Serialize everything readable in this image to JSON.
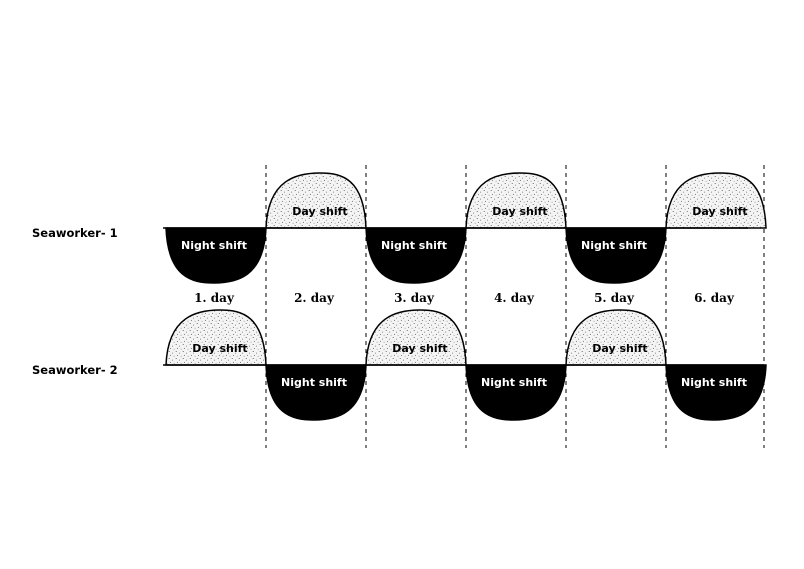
{
  "colors": {
    "ink": "#000000",
    "paper": "#ffffff",
    "day_fill": "#f2f2f2",
    "night_fill": "#000000"
  },
  "workers": [
    {
      "label": "Seaworker- 1",
      "shifts": [
        {
          "type": "night",
          "label": "Night shift"
        },
        {
          "type": "day",
          "label": "Day shift"
        },
        {
          "type": "night",
          "label": "Night shift"
        },
        {
          "type": "day",
          "label": "Day shift"
        },
        {
          "type": "night",
          "label": "Night shift"
        },
        {
          "type": "day",
          "label": "Day shift"
        }
      ]
    },
    {
      "label": "Seaworker- 2",
      "shifts": [
        {
          "type": "day",
          "label": "Day shift"
        },
        {
          "type": "night",
          "label": "Night shift"
        },
        {
          "type": "day",
          "label": "Day shift"
        },
        {
          "type": "night",
          "label": "Night shift"
        },
        {
          "type": "day",
          "label": "Day shift"
        },
        {
          "type": "night",
          "label": "Night shift"
        }
      ]
    }
  ],
  "days": [
    "1. day",
    "2. day",
    "3. day",
    "4. day",
    "5. day",
    "6. day"
  ]
}
